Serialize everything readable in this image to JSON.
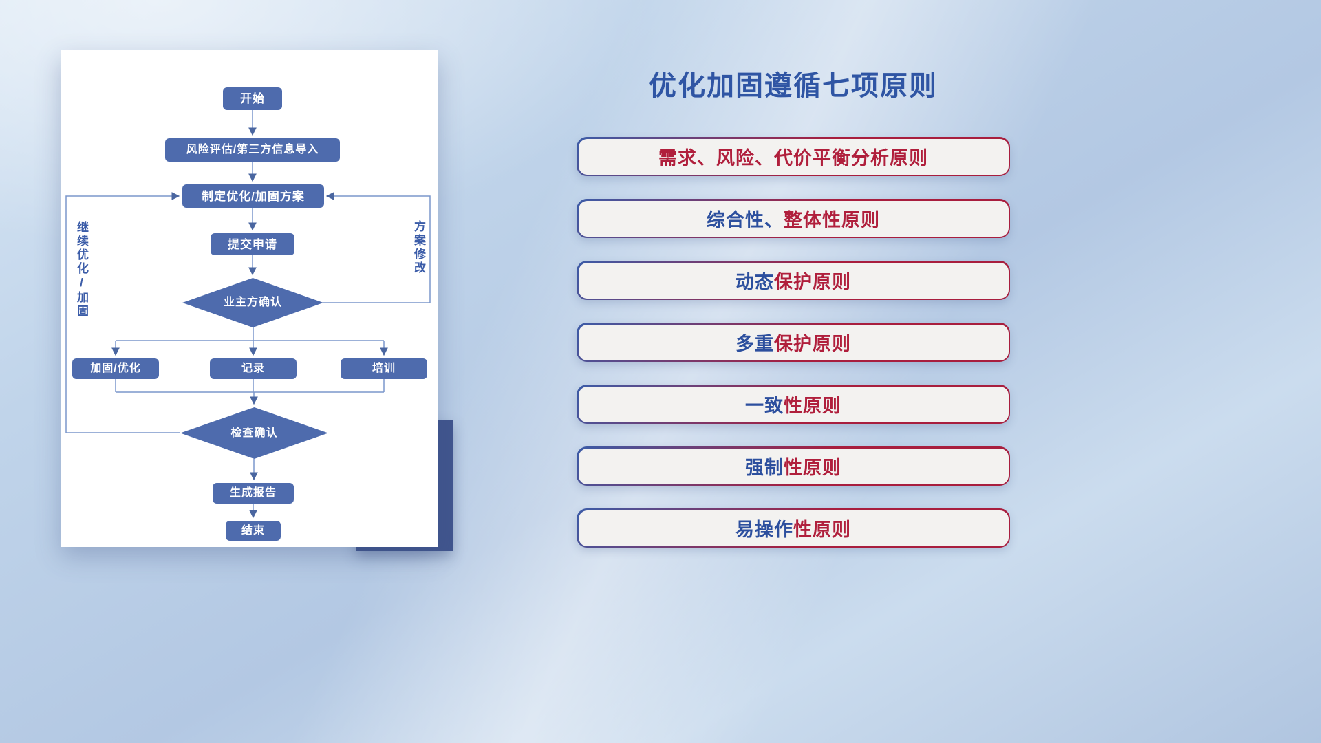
{
  "colors": {
    "flow_node_blue": "#4e6bad",
    "accent_block_navy": "#41568e",
    "connector_blue": "#7b97cc",
    "title_blue": "#2f55a4",
    "principle_blue": "#2c4f9e",
    "principle_red": "#b01f3c",
    "pill_background": "#f3f2f0"
  },
  "flowchart": {
    "nodes": {
      "start": "开始",
      "risk": "风险评估/第三方信息导入",
      "plan": "制定优化/加固方案",
      "submit": "提交申请",
      "owner_confirm": "业主方确认",
      "reinforce": "加固/优化",
      "record": "记录",
      "training": "培训",
      "check_confirm": "检查确认",
      "report": "生成报告",
      "end": "结束"
    },
    "edge_labels": {
      "continue_loop": "继续优化/加固",
      "revise_loop": "方案修改"
    }
  },
  "principles": {
    "title": "优化加固遵循七项原则",
    "items": [
      {
        "blue": "",
        "red": "需求、风险、代价平衡分析原则"
      },
      {
        "blue": "综合性、",
        "red": "整体性原则"
      },
      {
        "blue": "动态",
        "red": "保护原则"
      },
      {
        "blue": "多重",
        "red": "保护原则"
      },
      {
        "blue": "一致",
        "red": "性原则"
      },
      {
        "blue": "强制",
        "red": "性原则"
      },
      {
        "blue": "易操作",
        "red": "性原则"
      }
    ]
  }
}
